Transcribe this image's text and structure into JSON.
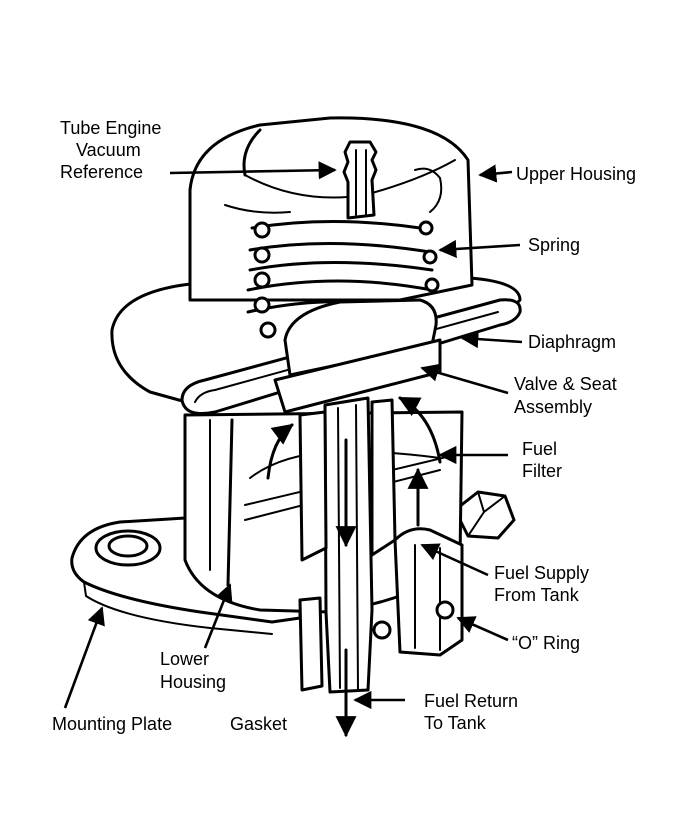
{
  "labels": {
    "tube_vacuum_1": "Tube Engine",
    "tube_vacuum_2": "Vacuum",
    "tube_vacuum_3": "Reference",
    "upper_housing": "Upper Housing",
    "spring": "Spring",
    "diaphragm": "Diaphragm",
    "valve_seat_1": "Valve & Seat",
    "valve_seat_2": "Assembly",
    "fuel_filter_1": "Fuel",
    "fuel_filter_2": "Filter",
    "fuel_supply_1": "Fuel Supply",
    "fuel_supply_2": "From Tank",
    "o_ring": "“O” Ring",
    "lower_housing_1": "Lower",
    "lower_housing_2": "Housing",
    "mounting_plate": "Mounting Plate",
    "gasket": "Gasket",
    "fuel_return_1": "Fuel Return",
    "fuel_return_2": "To Tank"
  }
}
